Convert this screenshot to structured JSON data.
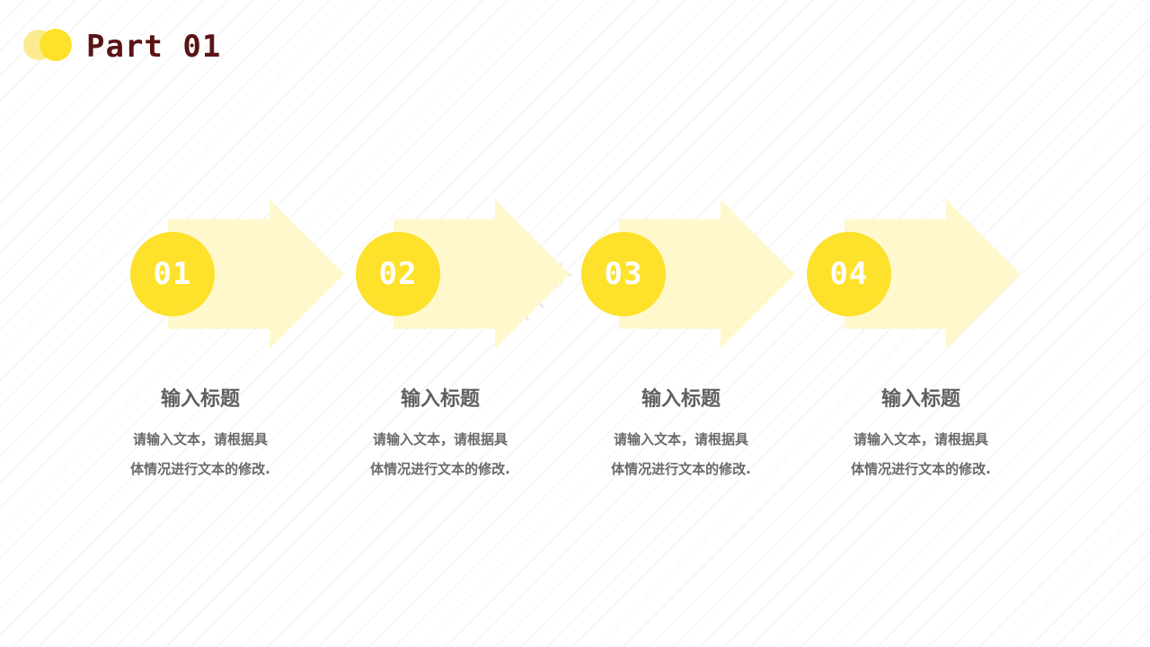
{
  "header": {
    "title": "Part 01"
  },
  "colors": {
    "accent": "#fde12a",
    "accent_light": "#fdec8f",
    "arrow": "#fef8cc",
    "title": "#5a1414",
    "text": "#5f5f5f"
  },
  "steps": [
    {
      "number": "01",
      "title": "输入标题",
      "desc_line1": "请输入文本，请根据具",
      "desc_line2": "体情况进行文本的修改."
    },
    {
      "number": "02",
      "title": "输入标题",
      "desc_line1": "请输入文本，请根据具",
      "desc_line2": "体情况进行文本的修改."
    },
    {
      "number": "03",
      "title": "输入标题",
      "desc_line1": "请输入文本，请根据具",
      "desc_line2": "体情况进行文本的修改."
    },
    {
      "number": "04",
      "title": "输入标题",
      "desc_line1": "请输入文本，请根据具",
      "desc_line2": "体情况进行文本的修改."
    }
  ],
  "watermark": "pptx"
}
